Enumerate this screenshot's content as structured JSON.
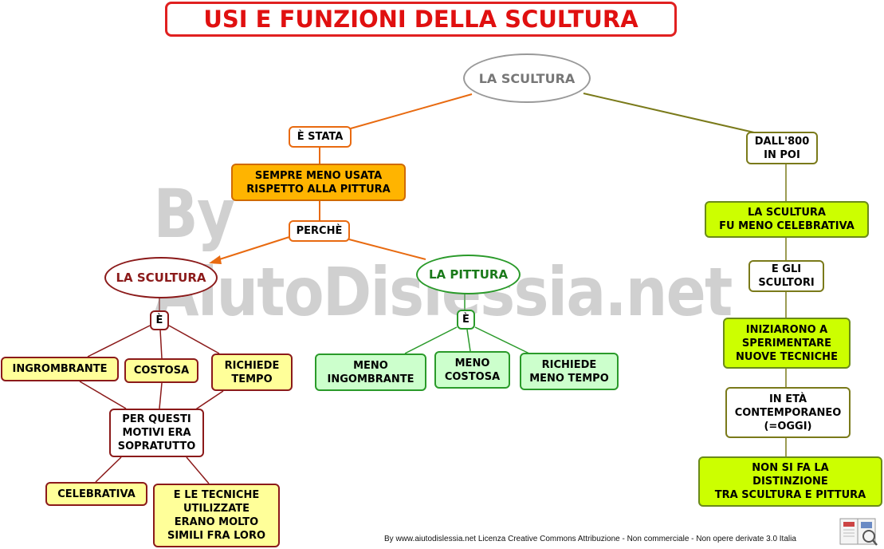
{
  "title": "USI E FUNZIONI DELLA SCULTURA",
  "watermark": "By AiutoDislessia.net",
  "footer": "By www.aiutodislessia.net Licenza Creative Commons Attribuzione - Non commerciale - Non opere derivate 3.0 Italia",
  "colors": {
    "title_red": "#e01010",
    "orange_line": "#e86a10",
    "olive_line": "#7a7a1a",
    "maroon_line": "#8b1a1a",
    "green_line": "#2a9a2a",
    "yellow_fill": "#ffff99",
    "gold_fill": "#ffb400",
    "mint_fill": "#ccffcc",
    "lime_fill": "#ccff00"
  },
  "nodes": {
    "root": "LA SCULTURA",
    "e_stata": "È STATA",
    "sempre_meno": "SEMPRE MENO USATA\nRISPETTO ALLA PITTURA",
    "perche": "PERCHÈ",
    "scultura": "LA SCULTURA",
    "pittura": "LA PITTURA",
    "e_left": "È",
    "e_mid": "È",
    "ingombrante": "INGROMBRANTE",
    "costosa": "COSTOSA",
    "richiede_tempo": "RICHIEDE\nTEMPO",
    "per_questi": "PER QUESTI\nMOTIVI ERA\nSOPRATUTTO",
    "celebrativa": "CELEBRATIVA",
    "tecniche": "E LE TECNICHE\nUTILIZZATE\nERANO MOLTO\nSIMILI FRA LORO",
    "meno_ingombrante": "MENO\nINGOMBRANTE",
    "meno_costosa": "MENO\nCOSTOSA",
    "meno_tempo": "RICHIEDE\nMENO TEMPO",
    "dall800": "DALL'800\nIN POI",
    "meno_celebrativa": "LA SCULTURA\nFU MENO CELEBRATIVA",
    "e_gli_scultori": "E GLI\nSCULTORI",
    "iniziarono": "INIZIARONO A\nSPERIMENTARE\nNUOVE TECNICHE",
    "in_eta": "IN ETÀ\nCONTEMPORANEO\n(=OGGI)",
    "non_si_fa": "NON SI FA LA\nDISTINZIONE\nTRA SCULTURA E PITTURA"
  }
}
